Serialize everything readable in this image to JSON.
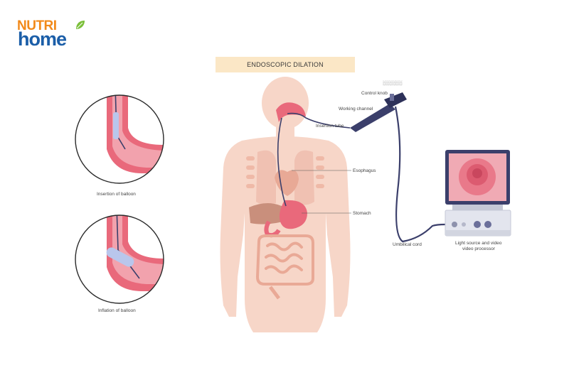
{
  "brand": {
    "line1": "NUTRI",
    "line2": "home"
  },
  "title": "ENDOSCOPIC DILATION",
  "labels": {
    "top_tag": "░░░░░░",
    "control_knob": "Control knob",
    "working_channel": "Working channel",
    "insertion_tube": "Insertion tube",
    "esophagus": "Esophagus",
    "stomach": "Stomach",
    "umbilical_cord": "Umbilical cord",
    "light_source": "Light source and video",
    "light_source_2": "video processor",
    "inflation_top": "Insertion of balloon",
    "inflation_bottom": "Inflation of balloon"
  },
  "colors": {
    "skin": "#f7d6c8",
    "organ_pink": "#e9697b",
    "tube": "#3b3f6b",
    "title_bg": "#fbe7c6",
    "monitor_screen": "#f0aab4",
    "balloon": "#b9c6ec"
  },
  "icons": {
    "brand_leaf": "leaf-icon"
  }
}
